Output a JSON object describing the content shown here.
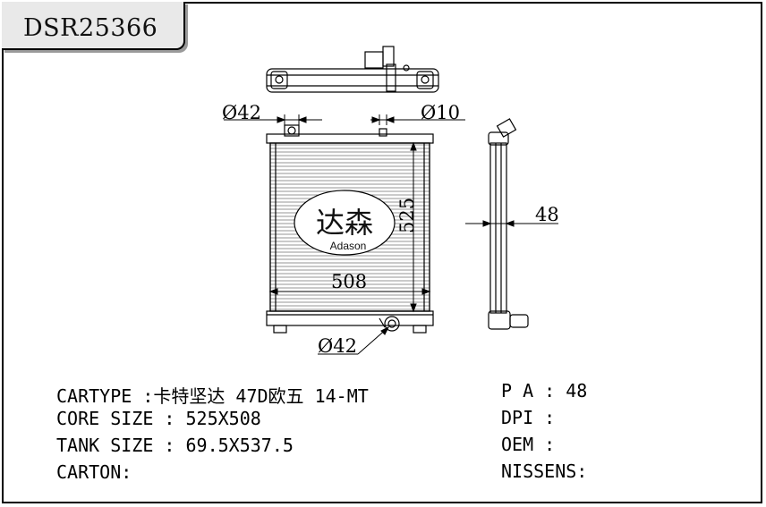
{
  "part_number": "DSR25366",
  "logo": {
    "cn": "达森",
    "en": "Adason"
  },
  "dimensions": {
    "inlet_diameter": "Ø42",
    "cap_diameter": "Ø10",
    "outlet_diameter": "Ø42",
    "height": "525",
    "width": "508",
    "thickness": "48"
  },
  "specs": {
    "cartype_label": "CARTYPE :",
    "cartype_value": "卡特坚达 47D欧五 14-MT",
    "core_label": "CORE SIZE :",
    "core_value": "525X508",
    "tank_label": "TANK SIZE :",
    "tank_value": "69.5X537.5",
    "carton_label": "CARTON:",
    "carton_value": "",
    "pa_label": "P A :",
    "pa_value": "48",
    "dpi_label": "DPI :",
    "dpi_value": "",
    "oem_label": "OEM :",
    "oem_value": "",
    "nissens_label": "NISSENS:",
    "nissens_value": ""
  }
}
